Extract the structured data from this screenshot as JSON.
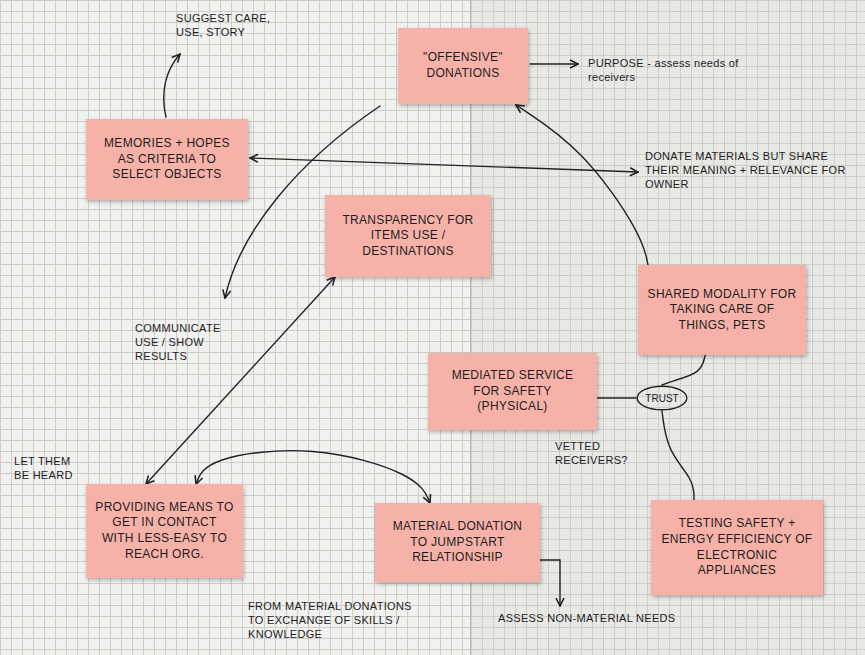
{
  "diagram": {
    "nodes": [
      {
        "text": [
          "\"OFFENSIVE\" DONATIONS"
        ]
      },
      {
        "text": [
          "MEMORIES + HOPES AS CRITERIA TO SELECT OBJECTS"
        ]
      },
      {
        "text": [
          "TRANSPARENCY FOR ITEMS USE / DESTINATIONS"
        ]
      },
      {
        "text": [
          "SHARED MODALITY FOR TAKING CARE OF THINGS, PETS"
        ]
      },
      {
        "text": [
          "MEDIATED SERVICE FOR SAFETY (PHYSICAL)"
        ]
      },
      {
        "text": [
          "TRUST"
        ]
      },
      {
        "text": [
          "PROVIDING MEANS TO GET IN CONTACT WITH LESS-EASY TO REACH ORG."
        ]
      },
      {
        "text": [
          "MATERIAL DONATION TO JUMPSTART RELATIONSHIP"
        ]
      },
      {
        "text": [
          "TESTING SAFETY + ENERGY EFFICIENCY OF ELECTRONIC APPLIANCES"
        ]
      }
    ],
    "edges": [
      {
        "from": 3,
        "to": 0,
        "arrow": "to"
      },
      {
        "from": 4,
        "to": 5,
        "arrow": "none"
      },
      {
        "from": 3,
        "to": 5,
        "arrow": "none"
      },
      {
        "from": 5,
        "to": 8,
        "arrow": "none"
      },
      {
        "from": 2,
        "to": 6,
        "arrow": "both"
      },
      {
        "from": 6,
        "to": 7,
        "arrow": "both"
      }
    ],
    "labels": [
      "SUGGEST CARE, USE, STORY",
      "PURPOSE - assess needs of receivers",
      "DONATE MATERIALS BUT SHARE THEIR MEANING + RELEVANCE FOR OWNER",
      "COMMUNICATE USE / SHOW RESULTS",
      "VETTED RECEIVERS?",
      "LET THEM BE HEARD",
      "FROM MATERIAL DONATIONS TO EXCHANGE OF SKILLS / KNOWLEDGE",
      "ASSESS NON-MATERIAL NEEDS"
    ]
  }
}
